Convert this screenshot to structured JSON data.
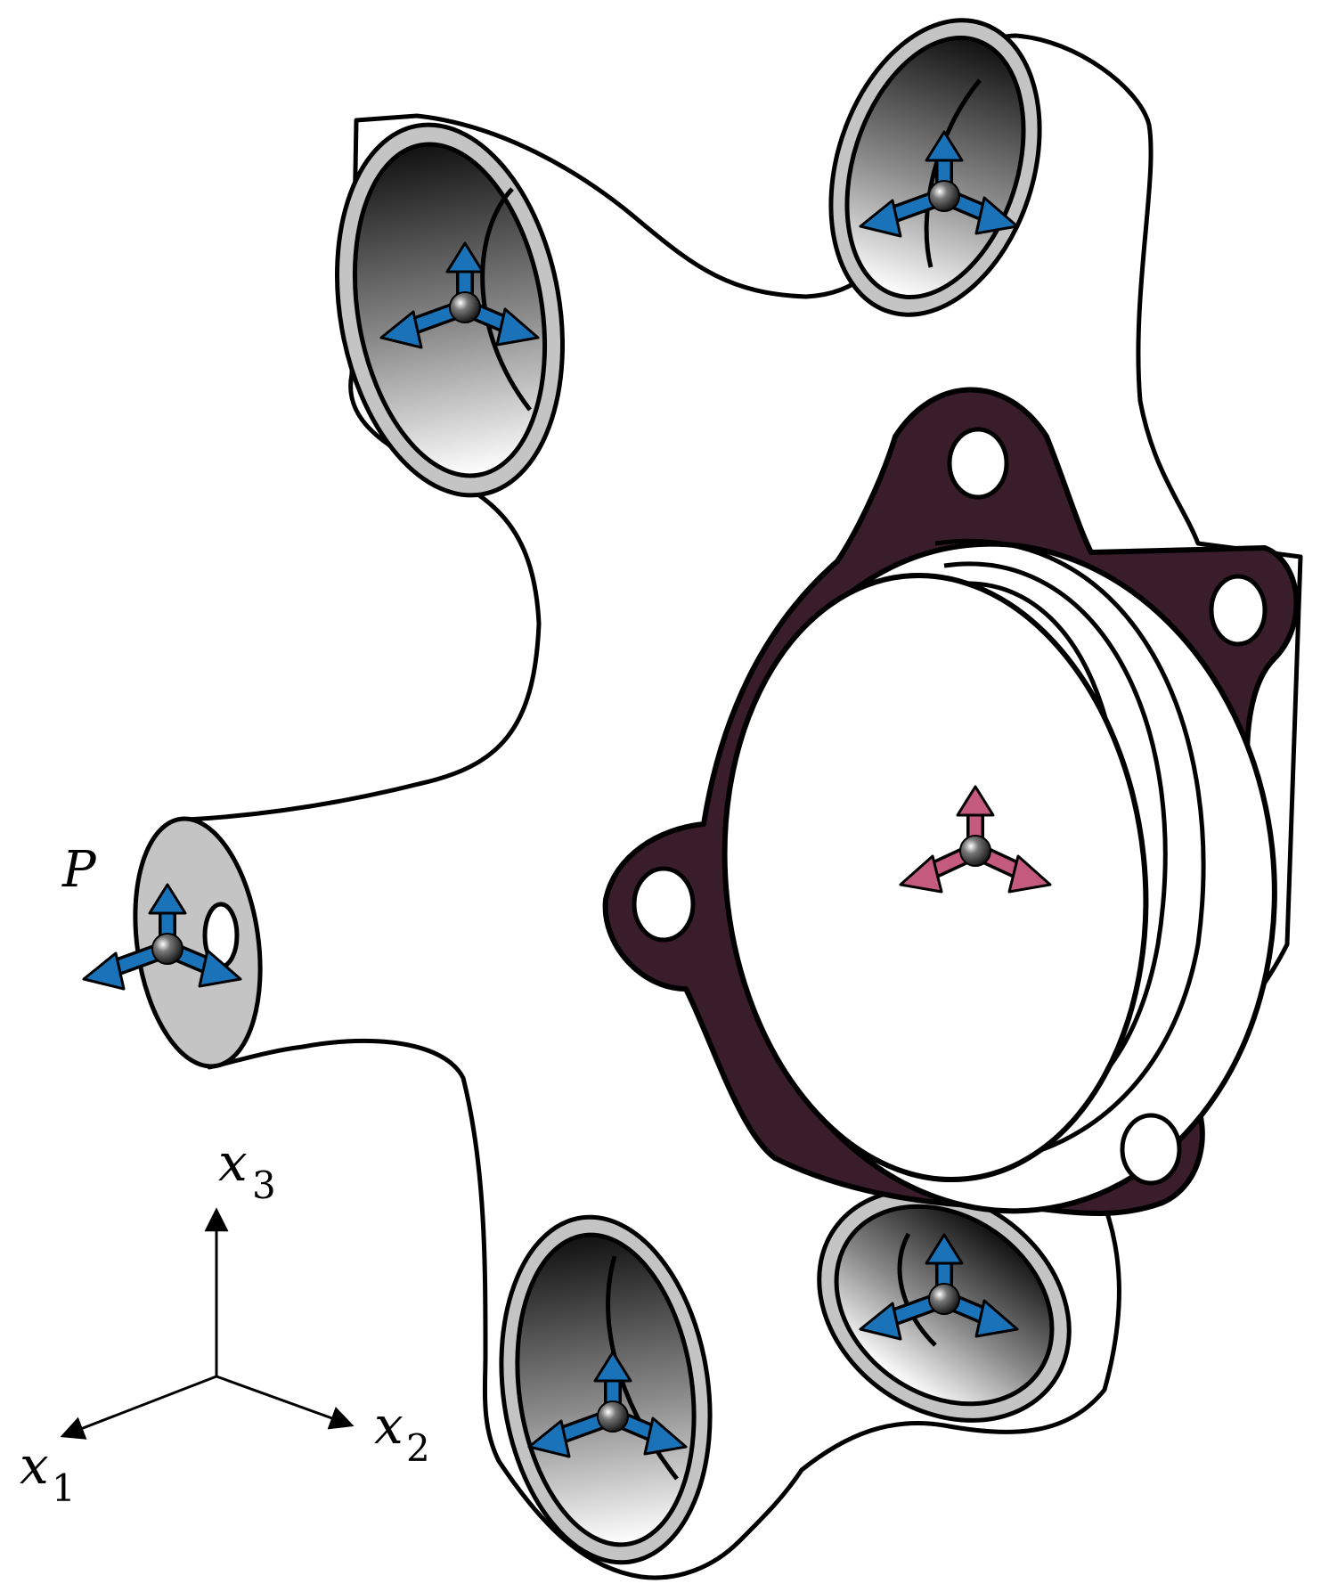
{
  "labels": {
    "point": "P",
    "axis_x1": "x",
    "axis_x1_sub": "1",
    "axis_x2": "x",
    "axis_x2_sub": "2",
    "axis_x3": "x",
    "axis_x3_sub": "3"
  },
  "colors": {
    "outline": "#000000",
    "flange": "#3a1d2a",
    "bolt_ring": "#c4c4c4",
    "arrow_blue": "#1a73b8",
    "arrow_pink": "#c45a7e"
  },
  "icons": {
    "frame": "triad-arrows-icon",
    "node": "node-sphere-icon"
  }
}
